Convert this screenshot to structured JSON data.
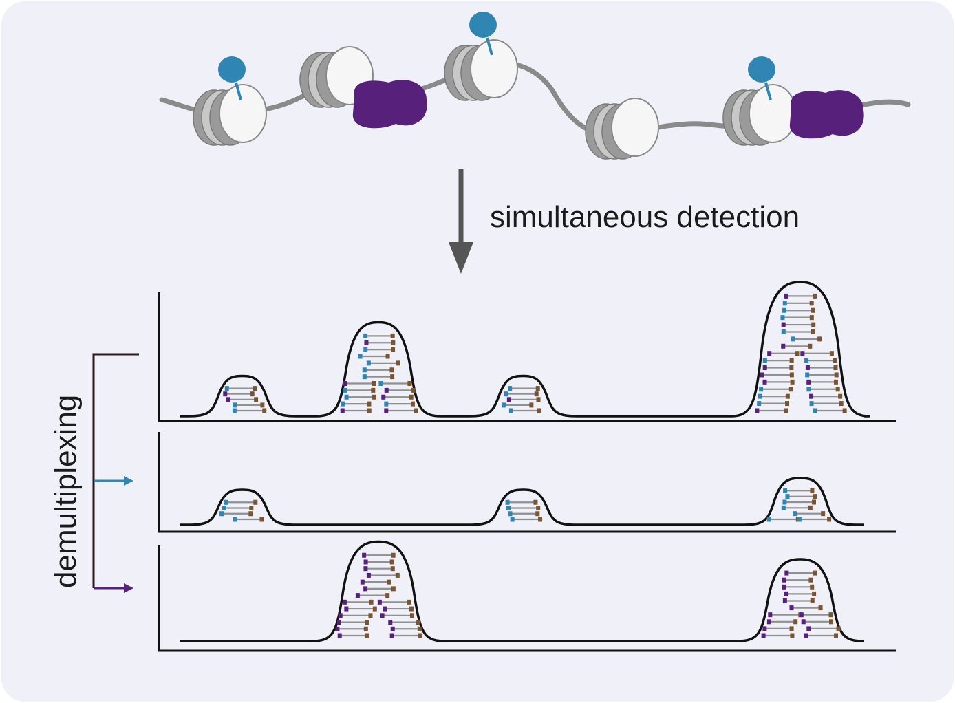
{
  "labels": {
    "arrow_caption": "simultaneous detection",
    "side_label": "demultiplexing"
  },
  "colors": {
    "panel_bg": "#eff0f8",
    "dna": "#8a8a8a",
    "nucleosome_dark": "#9a9a9a",
    "nucleosome_light": "#c8c8c8",
    "nucleosome_face": "#f6f6f6",
    "mark_blue": "#2f86b2",
    "protein_purple": "#57207a",
    "read_line": "#909090",
    "read_brown": "#7a5532",
    "axis": "#111111",
    "arrow": "#555555"
  },
  "nucleosomes": [
    {
      "mark": true,
      "protein": false
    },
    {
      "mark": false,
      "protein": true
    },
    {
      "mark": true,
      "protein": false
    },
    {
      "mark": false,
      "protein": false
    },
    {
      "mark": true,
      "protein": true
    }
  ],
  "tracks": [
    {
      "name": "combined",
      "arrow_color": "#111111",
      "read_color": "mixed",
      "peaks": [
        {
          "region": 1,
          "height": 0.3
        },
        {
          "region": 2,
          "height": 0.7
        },
        {
          "region": 3,
          "height": 0.3
        },
        {
          "region": 4,
          "height": 1.0
        }
      ]
    },
    {
      "name": "blue",
      "arrow_color": "#2f86b2",
      "read_color": "blue",
      "peaks": [
        {
          "region": 1,
          "height": 0.3
        },
        {
          "region": 3,
          "height": 0.3
        },
        {
          "region": 4,
          "height": 0.4
        }
      ]
    },
    {
      "name": "purple",
      "arrow_color": "#57207a",
      "read_color": "purple",
      "peaks": [
        {
          "region": 2,
          "height": 0.85
        },
        {
          "region": 4,
          "height": 0.7
        }
      ]
    }
  ]
}
